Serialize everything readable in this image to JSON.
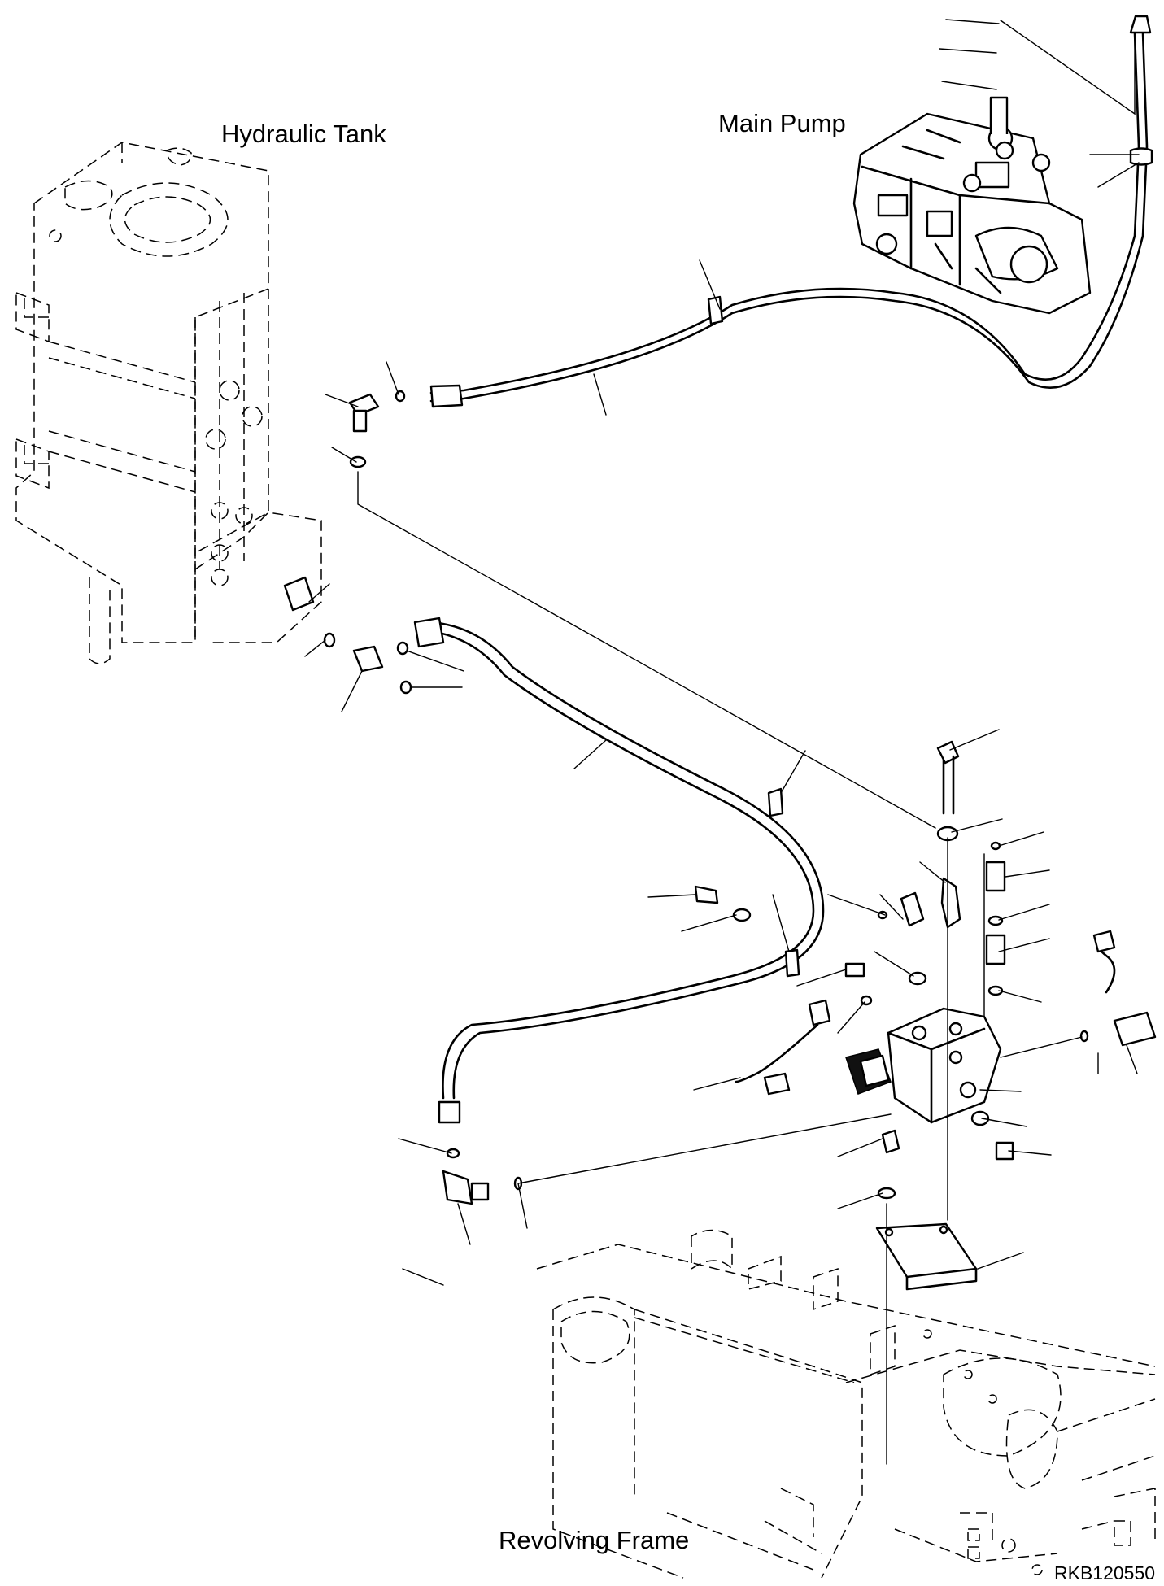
{
  "labels": {
    "hydraulic_tank": "Hydraulic Tank",
    "main_pump": "Main Pump",
    "revolving_frame": "Revolving Frame",
    "figure_code": "RKB120550"
  }
}
